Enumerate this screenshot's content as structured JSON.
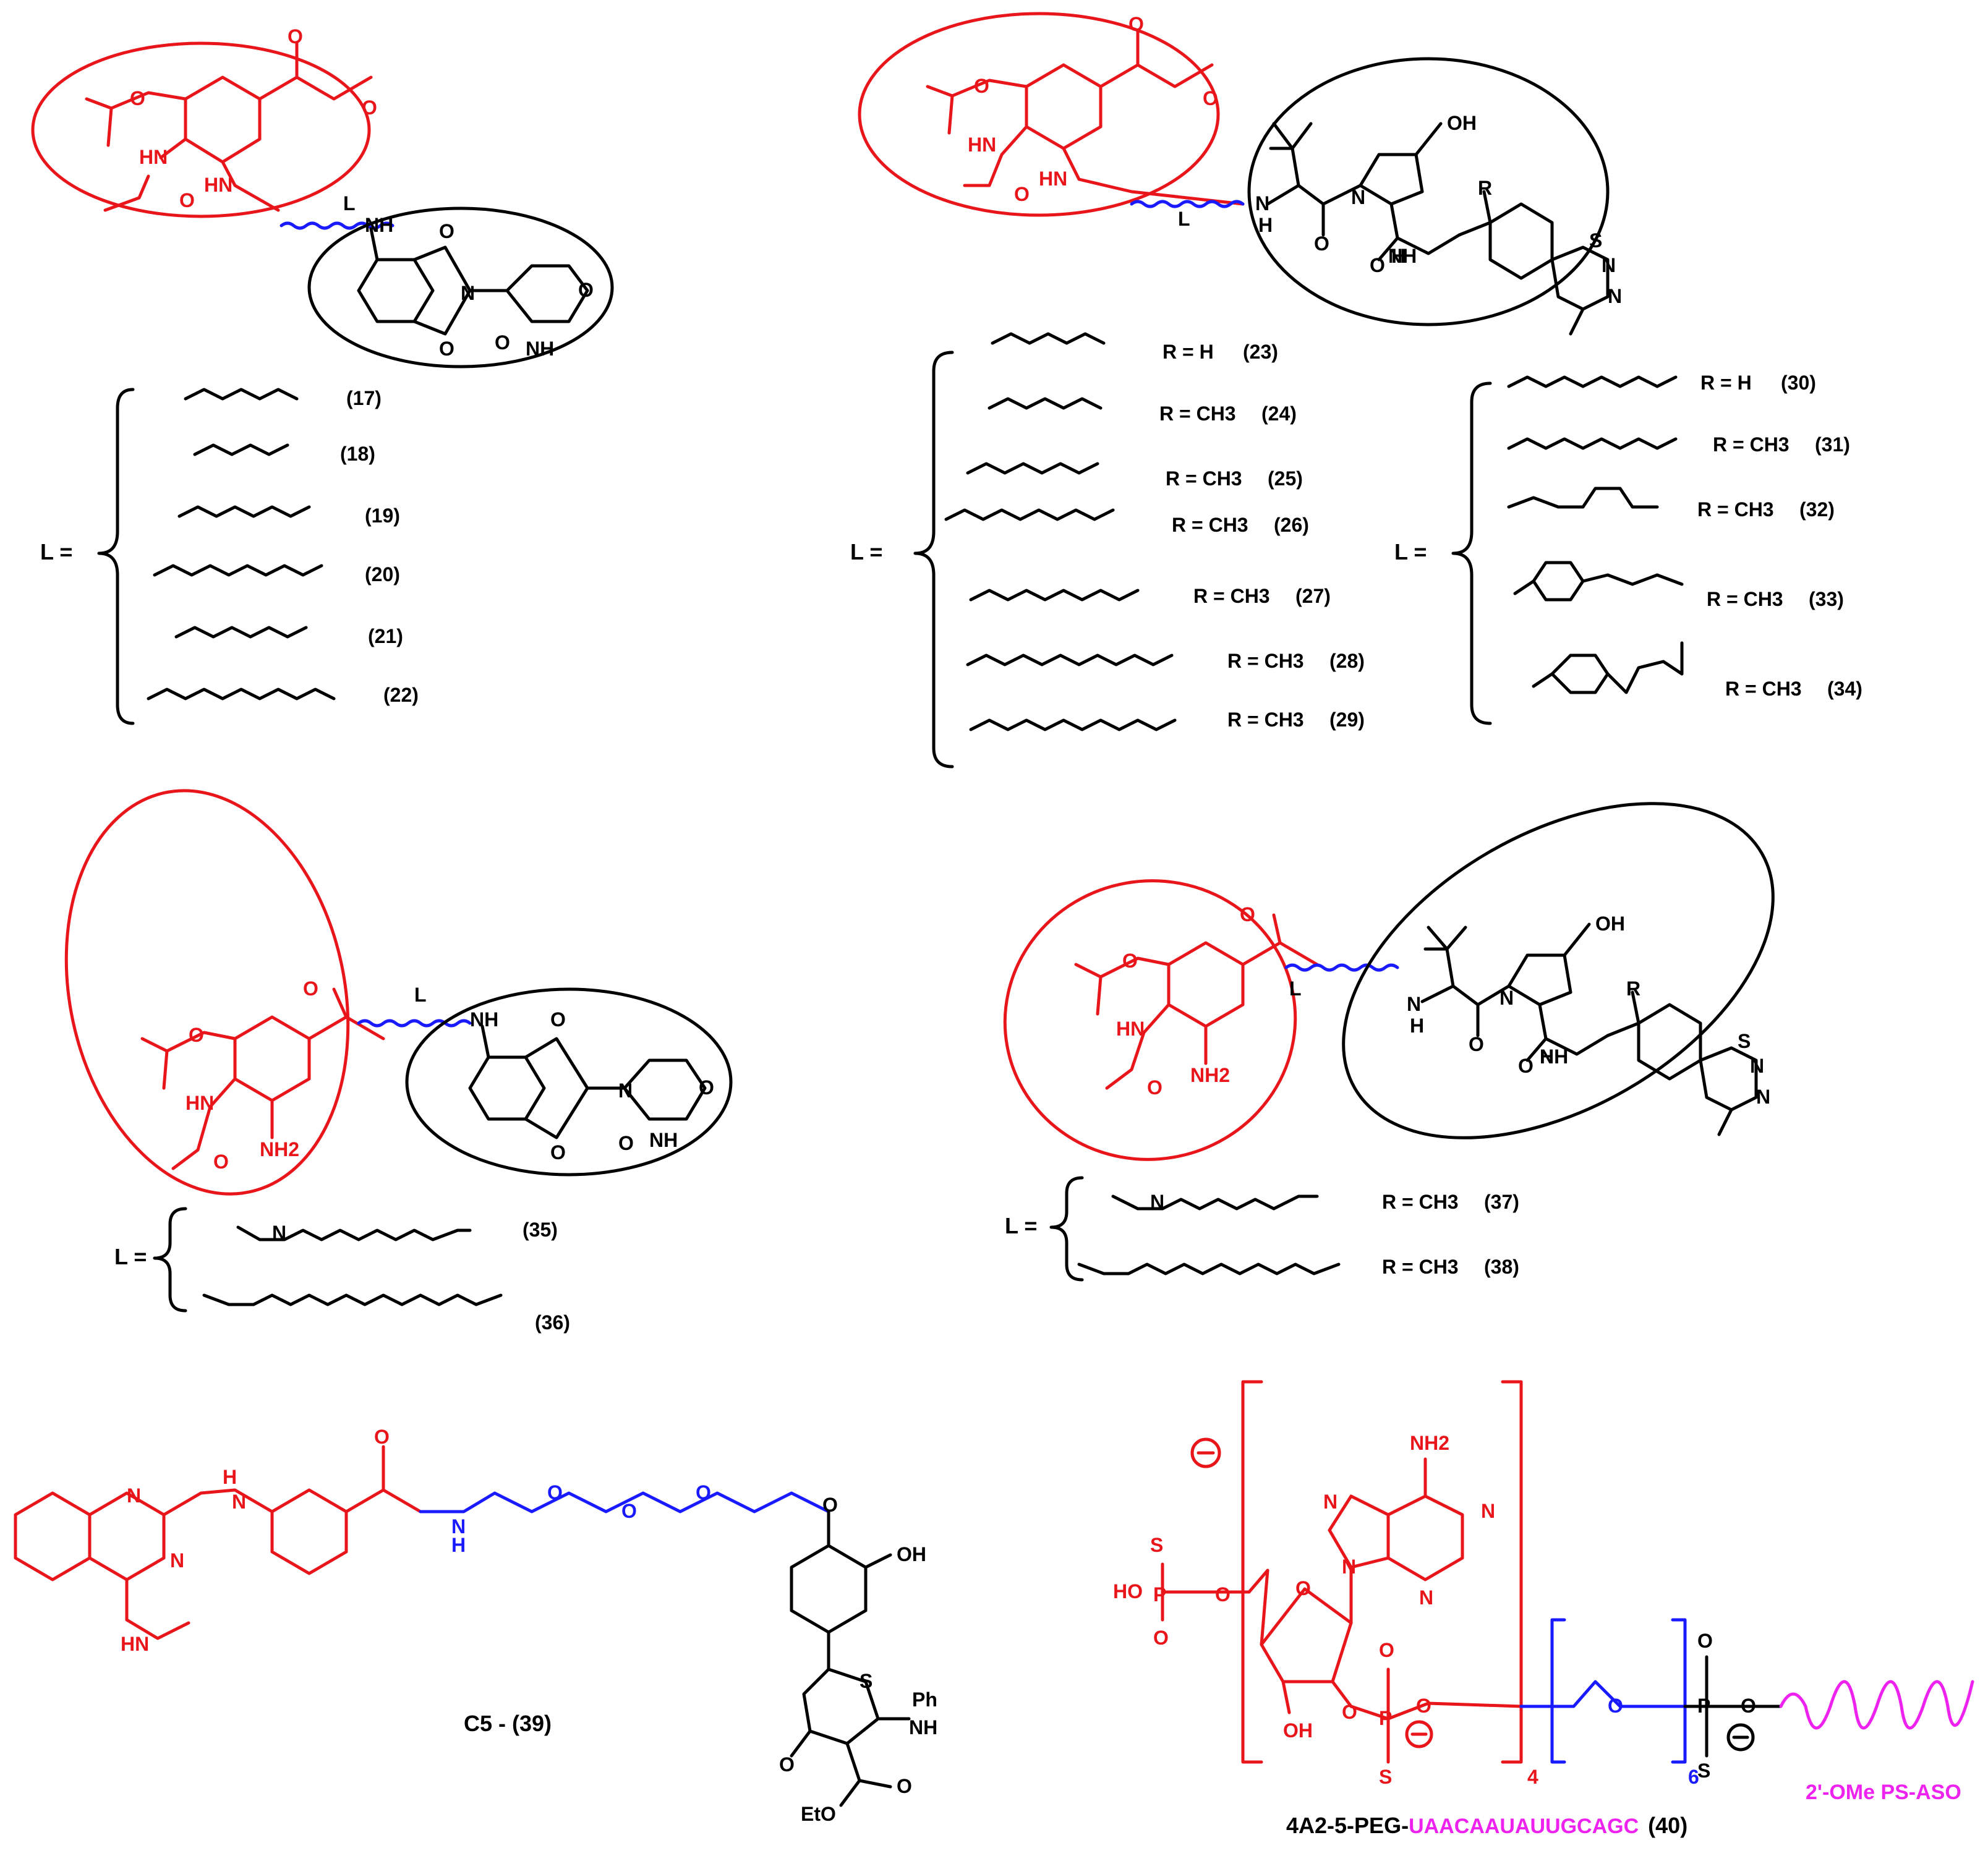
{
  "linker_symbol": "L",
  "linker_eq": "L =",
  "atoms": {
    "O": "O",
    "NH": "NH",
    "HN": "HN",
    "H": "H",
    "N": "N",
    "S": "S",
    "OH": "OH",
    "HO": "HO",
    "NH2": "NH2",
    "R": "R",
    "Ph": "Ph",
    "EtO": "EtO"
  },
  "panel1": {
    "ids": [
      "(17)",
      "(18)",
      "(19)",
      "(20)",
      "(21)",
      "(22)"
    ]
  },
  "panel2": {
    "left": [
      {
        "r": "R = H",
        "id": "(23)"
      },
      {
        "r": "R = CH3",
        "id": "(24)"
      },
      {
        "r": "R = CH3",
        "id": "(25)"
      },
      {
        "r": "R = CH3",
        "id": "(26)"
      },
      {
        "r": "R = CH3",
        "id": "(27)"
      },
      {
        "r": "R = CH3",
        "id": "(28)"
      },
      {
        "r": "R = CH3",
        "id": "(29)"
      }
    ],
    "right": [
      {
        "r": "R = H",
        "id": "(30)"
      },
      {
        "r": "R = CH3",
        "id": "(31)"
      },
      {
        "r": "R = CH3",
        "id": "(32)"
      },
      {
        "r": "R = CH3",
        "id": "(33)"
      },
      {
        "r": "R = CH3",
        "id": "(34)"
      }
    ]
  },
  "panel3": {
    "ids": [
      "(35)",
      "(36)"
    ]
  },
  "panel4": {
    "rows": [
      {
        "r": "R = CH3",
        "id": "(37)"
      },
      {
        "r": "R = CH3",
        "id": "(38)"
      }
    ]
  },
  "panel5": {
    "label": "C5 - (39)"
  },
  "panel6": {
    "sub4": "4",
    "sub6": "6",
    "aso_label": "2'-OMe PS-ASO",
    "title_prefix": "4A2-5-PEG-",
    "title_seq": "UAACAAUAUUGCAGC",
    "title_id": "(40)"
  },
  "colors": {
    "ligand": "#e8151b",
    "linker": "#1a1aff",
    "recruiter": "#000000",
    "aso": "#ee22ee"
  }
}
